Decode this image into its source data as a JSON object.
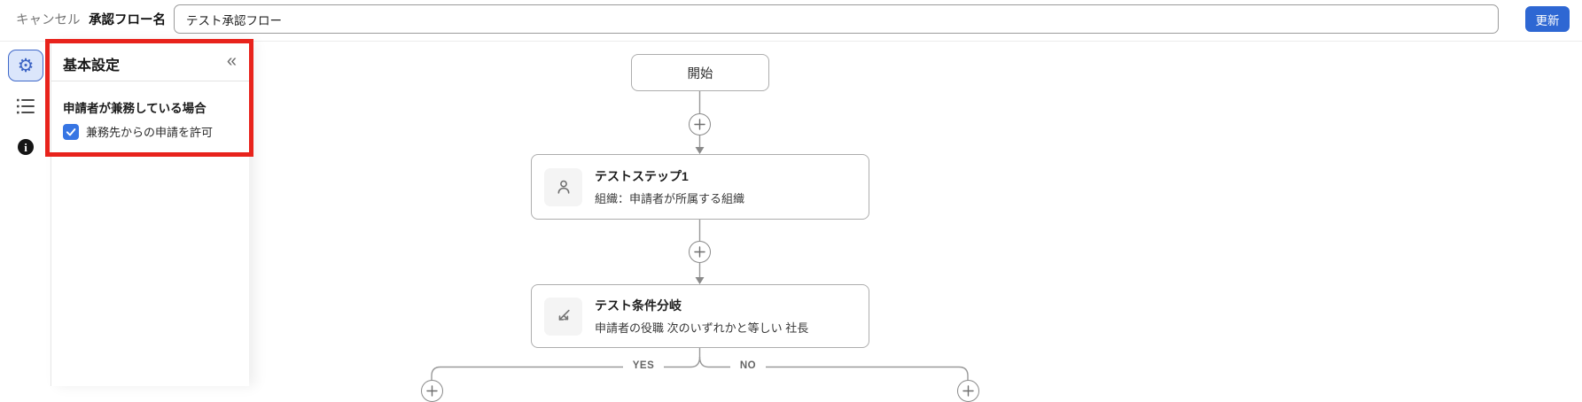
{
  "topbar": {
    "cancel_label": "キャンセル",
    "flow_name_label": "承認フロー名",
    "flow_name_value": "テスト承認フロー",
    "update_label": "更新"
  },
  "rail": {
    "items": [
      {
        "id": "settings",
        "icon": "gear-icon",
        "active": true
      },
      {
        "id": "step-list",
        "icon": "list-icon",
        "active": false
      },
      {
        "id": "info",
        "icon": "info-icon",
        "active": false
      }
    ],
    "gear_glyph": "⚙",
    "info_glyph": "i"
  },
  "panel": {
    "title": "基本設定",
    "collapse_glyph": "«",
    "section_label": "申請者が兼務している場合",
    "checkbox": {
      "checked": true,
      "label": "兼務先からの申請を許可"
    }
  },
  "annotation": {
    "type": "red-rectangle",
    "color": "#e8231c"
  },
  "flow": {
    "start": {
      "label": "開始"
    },
    "step1": {
      "title": "テストステップ1",
      "subtitle": "組織：申請者が所属する組織",
      "icon": "person-icon"
    },
    "condition": {
      "title": "テスト条件分岐",
      "subtitle": "申請者の役職 次のいずれかと等しい 社長",
      "icon": "branch-icon"
    },
    "yes_label": "YES",
    "no_label": "NO"
  },
  "colors": {
    "accent_blue": "#2e67d3",
    "checkbox_blue": "#3775e3",
    "annotation_red": "#e8231c",
    "connector_gray": "#999999"
  }
}
